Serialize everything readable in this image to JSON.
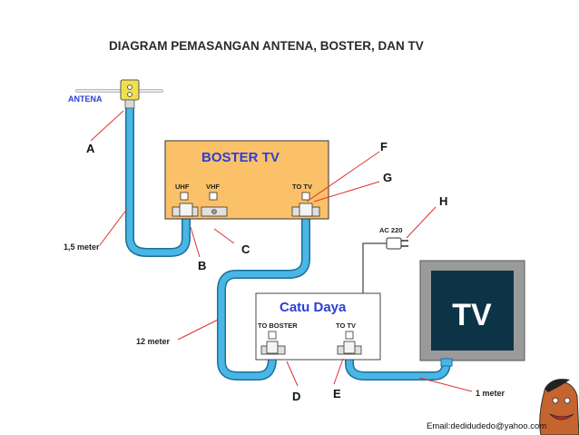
{
  "title": "DIAGRAM PEMASANGAN ANTENA, BOSTER, DAN TV",
  "antenna": {
    "label": "ANTENA"
  },
  "booster": {
    "title": "BOSTER TV",
    "port_uhf": "UHF",
    "port_vhf": "VHF",
    "port_to_tv": "TO TV"
  },
  "power_supply": {
    "title": "Catu Daya",
    "port_to_booster": "TO BOSTER",
    "port_to_tv": "TO TV"
  },
  "plug": {
    "label": "AC 220"
  },
  "tv": {
    "label": "TV"
  },
  "cables": {
    "antenna_to_booster": "1,5 meter",
    "booster_to_supply": "12 meter",
    "supply_to_tv": "1 meter"
  },
  "callouts": [
    "A",
    "B",
    "C",
    "D",
    "E",
    "F",
    "G",
    "H"
  ],
  "email": "Email:dedidudedo@yahoo.com",
  "colors": {
    "cable": "#49b6e6",
    "booster_fill": "#fbc168",
    "title_blue": "#2b3fd6",
    "tv_screen": "#0c3446",
    "tv_frame": "#9a9a9a",
    "leader": "#e03030"
  }
}
